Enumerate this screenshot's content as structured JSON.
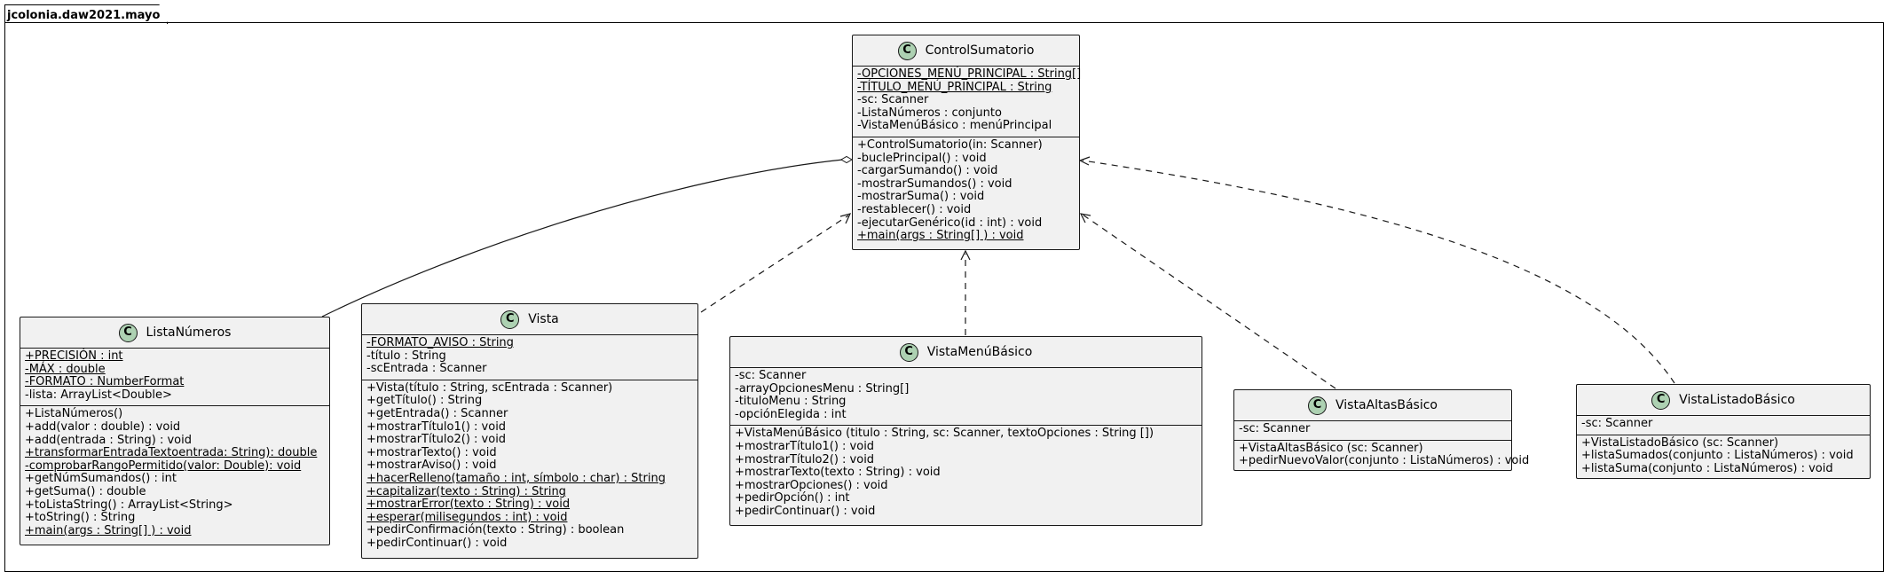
{
  "package": {
    "name": "jcolonia.daw2021.mayo"
  },
  "stereotype_letter": "C",
  "classes": {
    "control": {
      "name": "ControlSumatorio",
      "attributes": [
        "-OPCIONES_MENÚ_PRINCIPAL : String[]",
        "-TÍTULO_MENÚ_PRINCIPAL : String",
        "-sc: Scanner",
        "-ListaNúmeros : conjunto",
        "-VistaMenúBásico : menúPrincipal"
      ],
      "methods": [
        "+ControlSumatorio(in: Scanner)",
        "-buclePrincipal() : void",
        "-cargarSumando() : void",
        "-mostrarSumandos() : void",
        "-mostrarSuma() : void",
        "-restablecer() : void",
        "-ejecutarGenérico(id : int) : void",
        "+main(args : String[] ) : void"
      ]
    },
    "lista": {
      "name": "ListaNúmeros",
      "attributes": [
        "+PRECISIÓN : int",
        "-MÁX : double",
        "-FORMATO : NumberFormat",
        "-lista: ArrayList<Double>"
      ],
      "methods": [
        "+ListaNúmeros()",
        "+add(valor : double) : void",
        "+add(entrada : String) : void",
        "+transformarEntradaTextoentrada: String): double",
        "-comprobarRangoPermitido(valor: Double): void",
        "+getNúmSumandos() : int",
        "+getSuma() : double",
        "+toListaString() : ArrayList<String>",
        "+toString() : String",
        "+main(args : String[] ) : void"
      ]
    },
    "vista": {
      "name": "Vista",
      "attributes": [
        "-FORMATO_AVISO : String",
        "-título : String",
        "-scEntrada : Scanner"
      ],
      "methods": [
        "+Vista(título : String, scEntrada : Scanner)",
        "+getTítulo() : String",
        "+getEntrada() : Scanner",
        "+mostrarTítulo1() : void",
        "+mostrarTítulo2() : void",
        "+mostrarTexto() : void",
        "+mostrarAviso() : void",
        "+hacerRelleno(tamaño : int, símbolo : char) : String",
        "+capitalizar(texto : String) : String",
        "+mostrarError(texto : String) : void",
        "+esperar(milisegundos : int) : void",
        "+pedirConfirmación(texto : String) : boolean",
        "+pedirContinuar() : void"
      ]
    },
    "menu": {
      "name": "VistaMenúBásico",
      "attributes": [
        "-sc: Scanner",
        "-arrayOpcionesMenu : String[]",
        "-tituloMenu : String",
        "-opciónElegida : int"
      ],
      "methods": [
        "+VistaMenúBásico (titulo : String, sc: Scanner, textoOpciones : String [])",
        "+mostrarTítulo1() : void",
        "+mostrarTítulo2() : void",
        "+mostrarTexto(texto : String) : void",
        "+mostrarOpciones() : void",
        "+pedirOpción() : int",
        "+pedirContinuar() : void"
      ]
    },
    "altas": {
      "name": "VistaAltasBásico",
      "attributes": [
        "-sc: Scanner"
      ],
      "methods": [
        "+VistaAltasBásico (sc: Scanner)",
        "+pedirNuevoValor(conjunto : ListaNúmeros) : void"
      ]
    },
    "listado": {
      "name": "VistaListadoBásico",
      "attributes": [
        "-sc: Scanner"
      ],
      "methods": [
        "+VistaListadoBásico (sc: Scanner)",
        "+listaSumados(conjunto : ListaNúmeros) : void",
        "+listaSuma(conjunto : ListaNúmeros) : void"
      ]
    }
  },
  "relations": [
    {
      "from": "lista",
      "to": "control",
      "kind": "aggregation",
      "style": "solid"
    },
    {
      "from": "vista",
      "to": "control",
      "kind": "dependency",
      "style": "dashed"
    },
    {
      "from": "menu",
      "to": "control",
      "kind": "dependency",
      "style": "dashed"
    },
    {
      "from": "altas",
      "to": "control",
      "kind": "dependency",
      "style": "dashed"
    },
    {
      "from": "listado",
      "to": "control",
      "kind": "dependency",
      "style": "dashed"
    }
  ],
  "colors": {
    "class_fill": "#f1f1f1",
    "badge_fill": "#add1b2",
    "border": "#181818"
  }
}
